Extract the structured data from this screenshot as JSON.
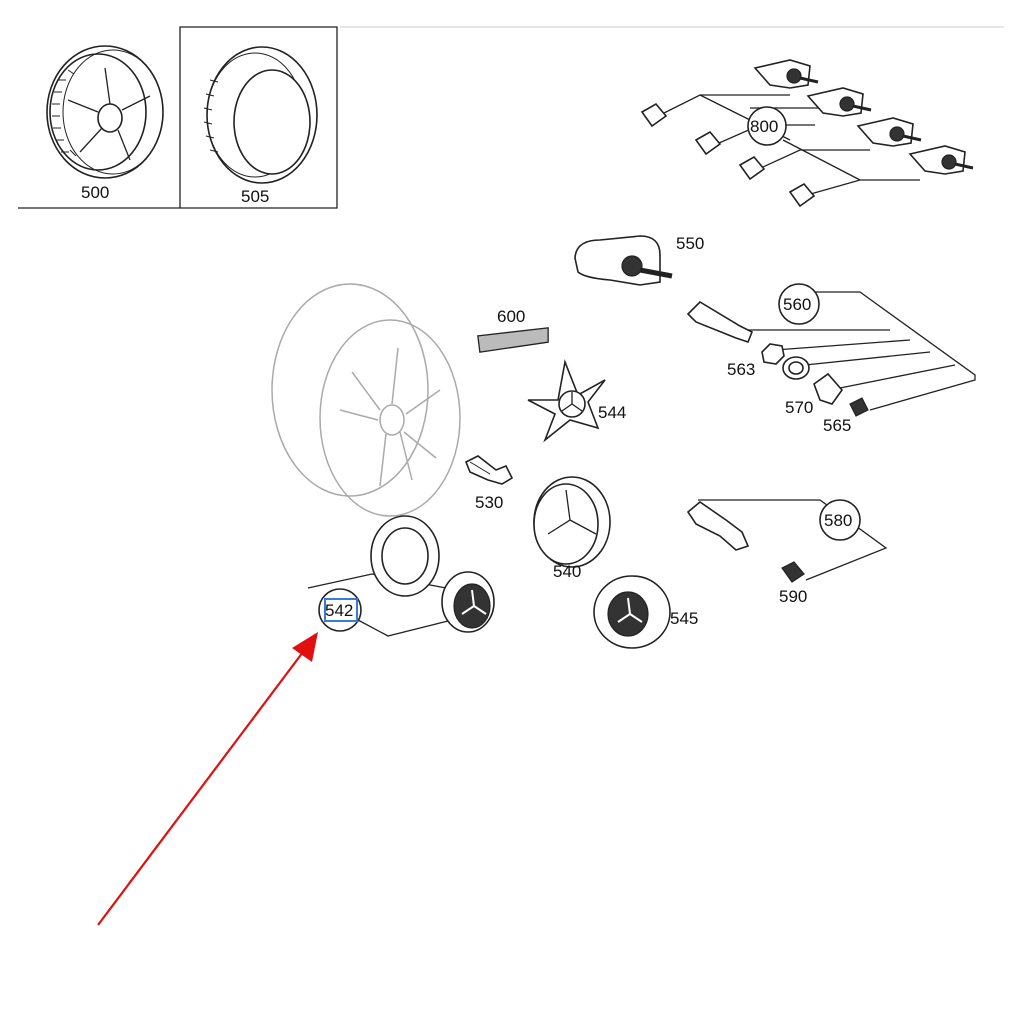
{
  "diagram": {
    "part_numbers": [
      "500",
      "505",
      "800",
      "550",
      "600",
      "560",
      "563",
      "544",
      "570",
      "565",
      "530",
      "540",
      "580",
      "542",
      "545",
      "590"
    ],
    "highlighted_part": "542",
    "colors": {
      "arrow": "#e01010",
      "highlight_box": "#3a7bd5",
      "linework": "#222222",
      "background_wheel": "#aaaaaa"
    }
  }
}
